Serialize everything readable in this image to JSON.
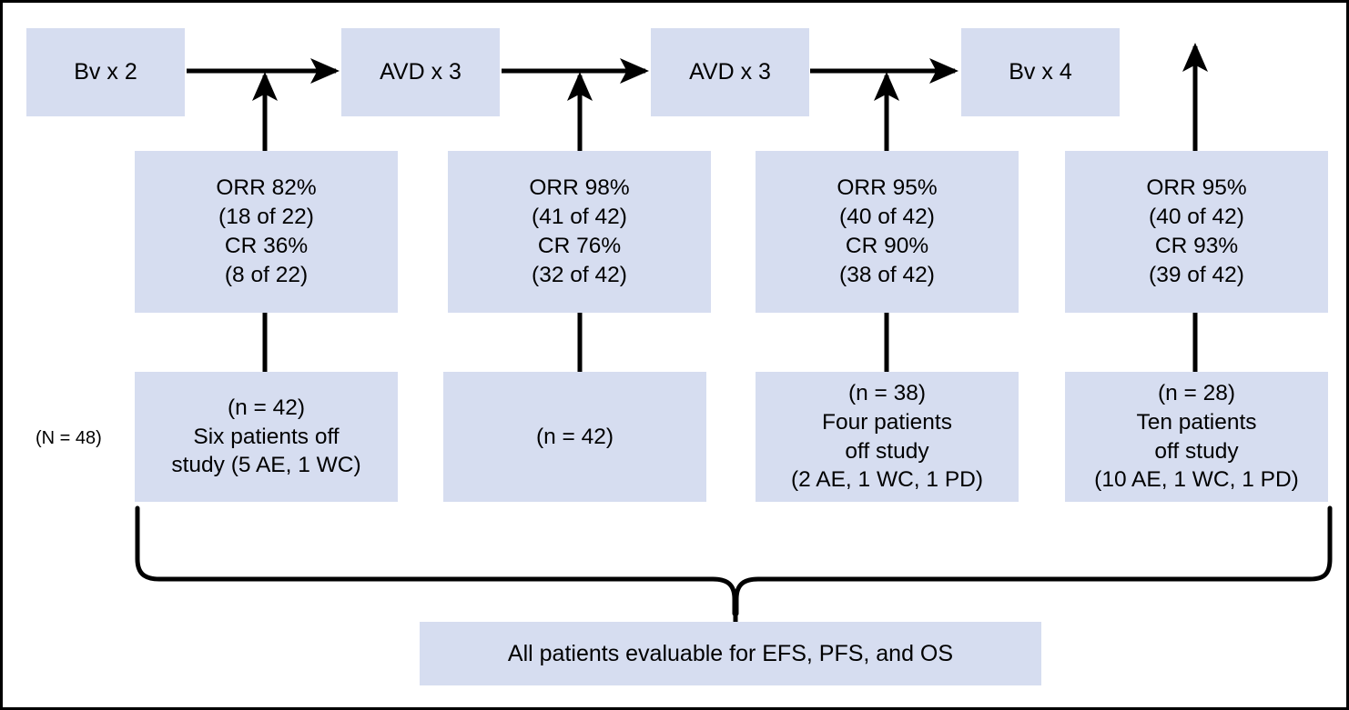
{
  "figure": {
    "type": "clinical-trial-flow-diagram",
    "background_color": "#ffffff",
    "box_fill_color": "#d6ddf0",
    "line_color": "#000000",
    "border_color": "#000000"
  },
  "cohort_label": "(N = 48)",
  "treatment_row": {
    "boxes": [
      {
        "label": "Bv x 2"
      },
      {
        "label": "AVD x 3"
      },
      {
        "label": "AVD x 3"
      },
      {
        "label": "Bv x 4"
      }
    ]
  },
  "response_row": {
    "boxes": [
      {
        "orr_line": "ORR 82%",
        "orr_fraction": "(18 of 22)",
        "cr_line": "CR 36%",
        "cr_fraction": "(8 of 22)",
        "text": "ORR 82%\n(18 of 22)\nCR 36%\n(8 of 22)"
      },
      {
        "orr_line": "ORR 98%",
        "orr_fraction": "(41 of 42)",
        "cr_line": "CR 76%",
        "cr_fraction": "(32 of 42)",
        "text": "ORR 98%\n(41 of 42)\nCR 76%\n(32 of 42)"
      },
      {
        "orr_line": "ORR 95%",
        "orr_fraction": "(40 of 42)",
        "cr_line": "CR 90%",
        "cr_fraction": "(38 of 42)",
        "text": "ORR 95%\n(40 of 42)\nCR 90%\n(38 of 42)"
      },
      {
        "orr_line": "ORR 95%",
        "orr_fraction": "(40 of 42)",
        "cr_line": "CR 93%",
        "cr_fraction": "(39 of 42)",
        "text": "ORR 95%\n(40 of 42)\nCR 93%\n(39 of 42)"
      }
    ]
  },
  "patients_row": {
    "boxes": [
      {
        "n_label": "(n = 42)",
        "discontinuation": "Six patients off study (5 AE, 1 WC)",
        "text": "(n = 42)\nSix patients off\nstudy (5 AE, 1 WC)"
      },
      {
        "n_label": "(n = 42)",
        "discontinuation": "",
        "text": "(n = 42)"
      },
      {
        "n_label": "(n = 38)",
        "discontinuation": "Four patients off study (2 AE, 1 WC, 1 PD)",
        "text": "(n = 38)\nFour patients\noff study\n(2 AE, 1 WC, 1 PD)"
      },
      {
        "n_label": "(n = 28)",
        "discontinuation": "Ten patients off study (10 AE, 1 WC, 1 PD)",
        "text": "(n = 28)\nTen patients\noff study\n(10 AE, 1 WC, 1 PD)"
      }
    ]
  },
  "summary": {
    "label": "All patients evaluable for EFS, PFS, and OS"
  }
}
